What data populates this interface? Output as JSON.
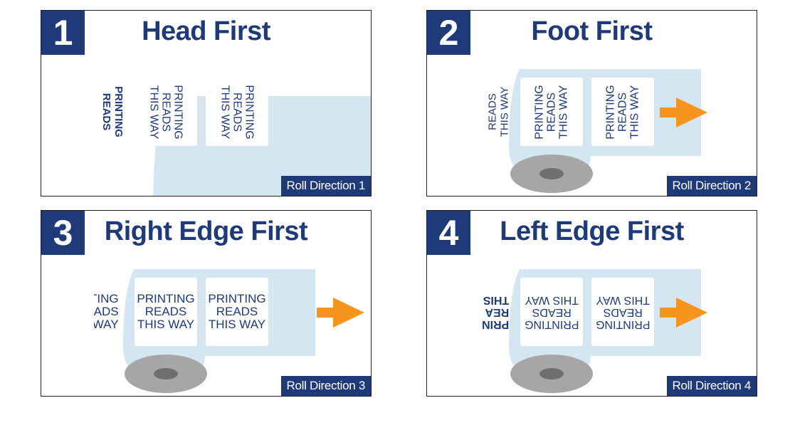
{
  "panels": [
    {
      "number": "1",
      "title": "Head First",
      "roll_label": "Roll Direction 1",
      "edge_text": "PRINTING\nREADS",
      "label_text": "PRINTING\nREADS\nTHIS WAY"
    },
    {
      "number": "2",
      "title": "Foot First",
      "roll_label": "Roll Direction 2",
      "edge_text": "READS\nTHIS WAY",
      "label_text": "PRINTING\nREADS\nTHIS WAY"
    },
    {
      "number": "3",
      "title": "Right Edge First",
      "roll_label": "Roll Direction 3",
      "edge_text": "TING\nADS\nWAY",
      "label_text": "PRINTING\nREADS\nTHIS WAY"
    },
    {
      "number": "4",
      "title": "Left Edge First",
      "roll_label": "Roll Direction 4",
      "edge_text": "PRIN\nREA\nTHIS",
      "label_text": "PRINTING\nREADS\nTHIS WAY"
    }
  ],
  "colors": {
    "navy": "#1f3a78",
    "arrow": "#f7941d",
    "roll_edge": "#d5e6f3",
    "core": "#a6a6a6",
    "core_hole": "#6f6f6f"
  }
}
